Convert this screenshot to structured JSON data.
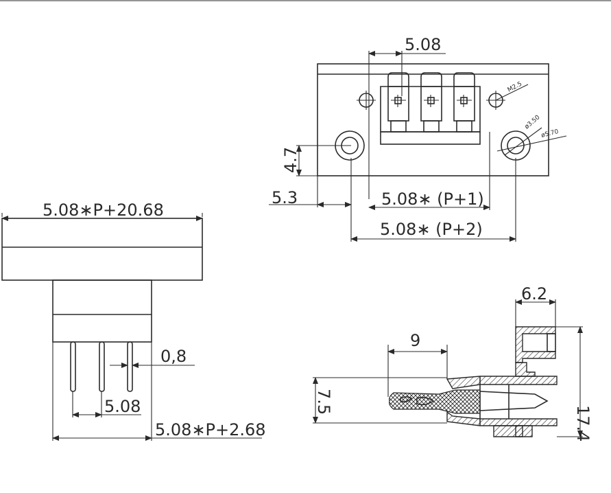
{
  "dimensions": {
    "pitch_top": "5.08",
    "screw": "M2.5",
    "hole_small": "ø3.50",
    "hole_large": "ø5.70",
    "height_4_7": "4.7",
    "offset_5_3": "5.3",
    "span_p_plus_1": "5.08∗ (P+1)",
    "span_p_plus_2": "5.08∗ (P+2)",
    "total_width": "5.08∗P+20.68",
    "pin_thickness": "0,8",
    "pin_pitch": "5.08",
    "body_width": "5.08∗P+2.68",
    "side_top": "6.2",
    "insertion": "9",
    "side_height": "17.4",
    "wire_height": "7.5"
  }
}
